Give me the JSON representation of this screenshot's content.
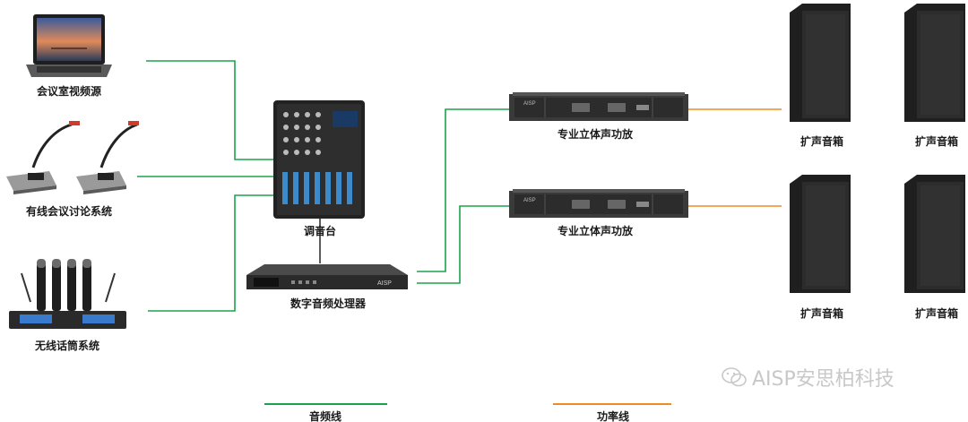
{
  "colors": {
    "audio_line": "#1aa34a",
    "power_line": "#f08a24",
    "device_dark": "#2b2b2b"
  },
  "sources": [
    {
      "label": "会议室视频源",
      "icon": "laptop-icon"
    },
    {
      "label": "有线会议讨论系统",
      "icon": "gooseneck-microphone-icon"
    },
    {
      "label": "无线话筒系统",
      "icon": "wireless-microphone-receiver-icon"
    }
  ],
  "mixer": {
    "label": "调音台",
    "icon": "mixer-console-icon"
  },
  "processor": {
    "label": "数字音频处理器",
    "icon": "rack-processor-icon",
    "brand": "AISP"
  },
  "amplifiers": [
    {
      "label": "专业立体声功放",
      "icon": "rack-amplifier-icon",
      "brand": "AISP"
    },
    {
      "label": "专业立体声功放",
      "icon": "rack-amplifier-icon",
      "brand": "AISP"
    }
  ],
  "speakers": [
    {
      "label": "扩声音箱",
      "icon": "speaker-box-icon"
    },
    {
      "label": "扩声音箱",
      "icon": "speaker-box-icon"
    },
    {
      "label": "扩声音箱",
      "icon": "speaker-box-icon"
    },
    {
      "label": "扩声音箱",
      "icon": "speaker-box-icon"
    }
  ],
  "legend": {
    "audio_label": "音频线",
    "power_label": "功率线"
  },
  "watermark": {
    "text": "AISP安思柏科技",
    "icon": "wechat-icon"
  }
}
